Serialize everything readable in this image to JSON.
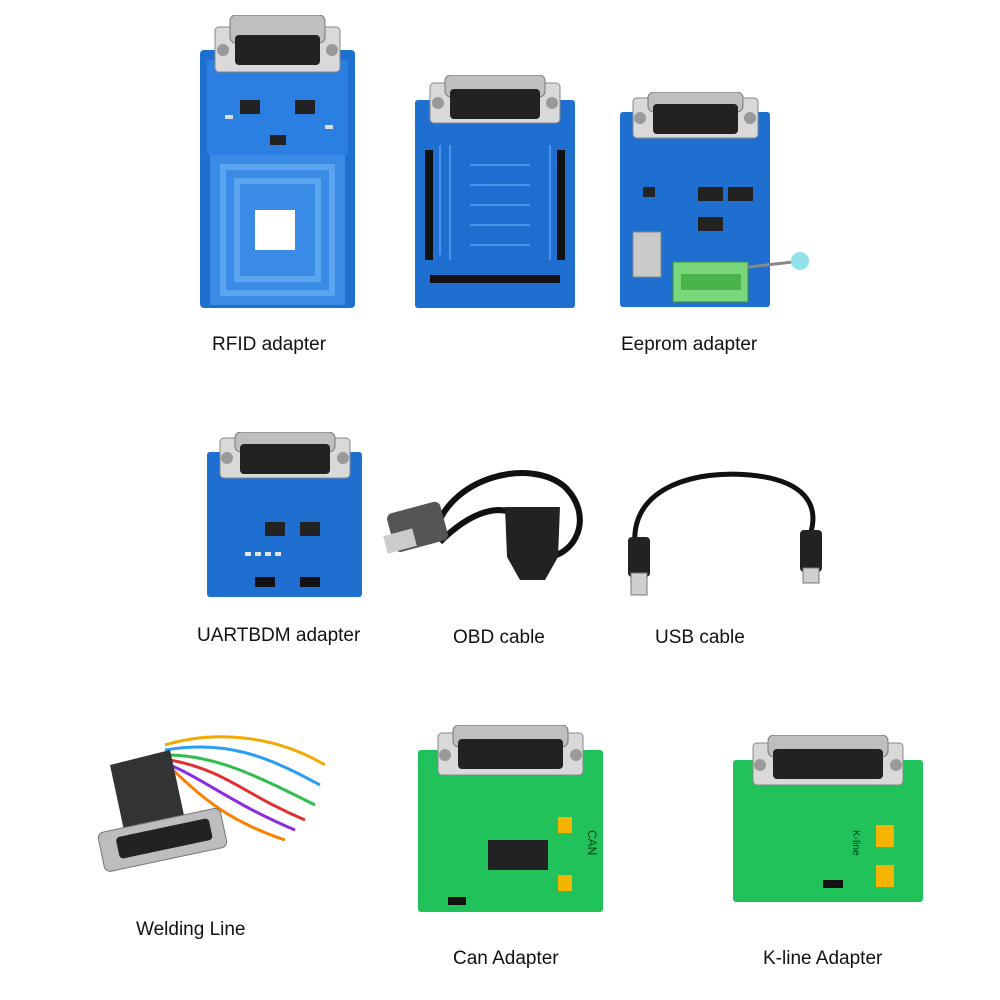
{
  "products": {
    "rfid": {
      "label": "RFID adapter"
    },
    "pcb_blue": {
      "label": ""
    },
    "eeprom": {
      "label": "Eeprom adapter"
    },
    "uartbdm": {
      "label": "UARTBDM adapter"
    },
    "obd": {
      "label": "OBD cable"
    },
    "usb": {
      "label": "USB cable"
    },
    "welding": {
      "label": "Welding Line"
    },
    "can": {
      "label": "Can Adapter",
      "board_text": "CAN"
    },
    "kline": {
      "label": "K-line Adapter",
      "board_text": "K-line"
    }
  },
  "colors": {
    "blue_pcb": "#1f6fd1",
    "green_pcb": "#22c25a",
    "connector": "#222222",
    "label": "#111111"
  }
}
